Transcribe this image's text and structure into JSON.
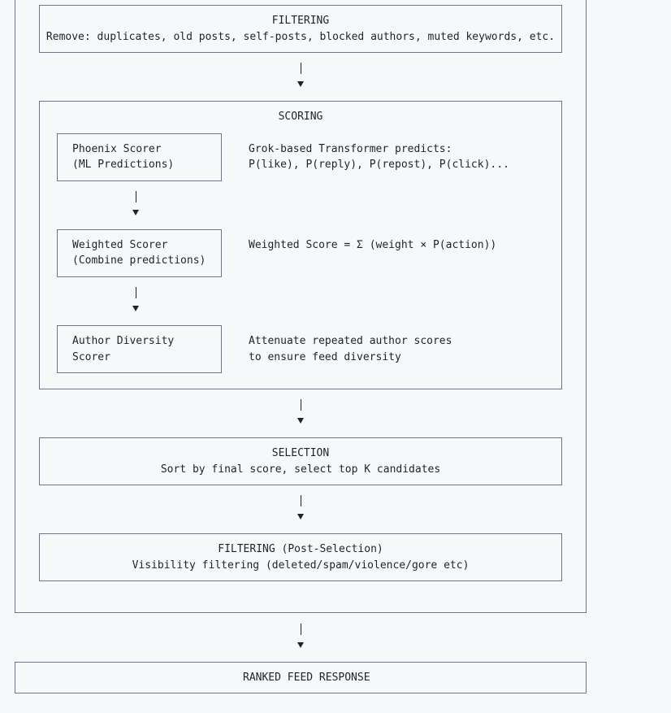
{
  "filtering": {
    "title": "FILTERING",
    "text": "Remove: duplicates, old posts, self-posts, blocked authors, muted keywords, etc."
  },
  "scoring": {
    "title": "SCORING",
    "phoenix": {
      "line1": "Phoenix Scorer",
      "line2": "(ML Predictions)",
      "desc1": "Grok-based Transformer predicts:",
      "desc2": "P(like), P(reply), P(repost), P(click)..."
    },
    "weighted": {
      "line1": "Weighted Scorer",
      "line2": "(Combine predictions)",
      "desc1": "Weighted Score = Σ (weight × P(action))"
    },
    "diversity": {
      "line1": "Author Diversity",
      "line2": "Scorer",
      "desc1": "Attenuate repeated author scores",
      "desc2": "to ensure feed diversity"
    }
  },
  "selection": {
    "title": "SELECTION",
    "text": "Sort by final score, select top K candidates"
  },
  "post_filtering": {
    "title": "FILTERING (Post-Selection)",
    "text": "Visibility filtering (deleted/spam/violence/gore etc)"
  },
  "response": {
    "title": "RANKED FEED RESPONSE"
  }
}
